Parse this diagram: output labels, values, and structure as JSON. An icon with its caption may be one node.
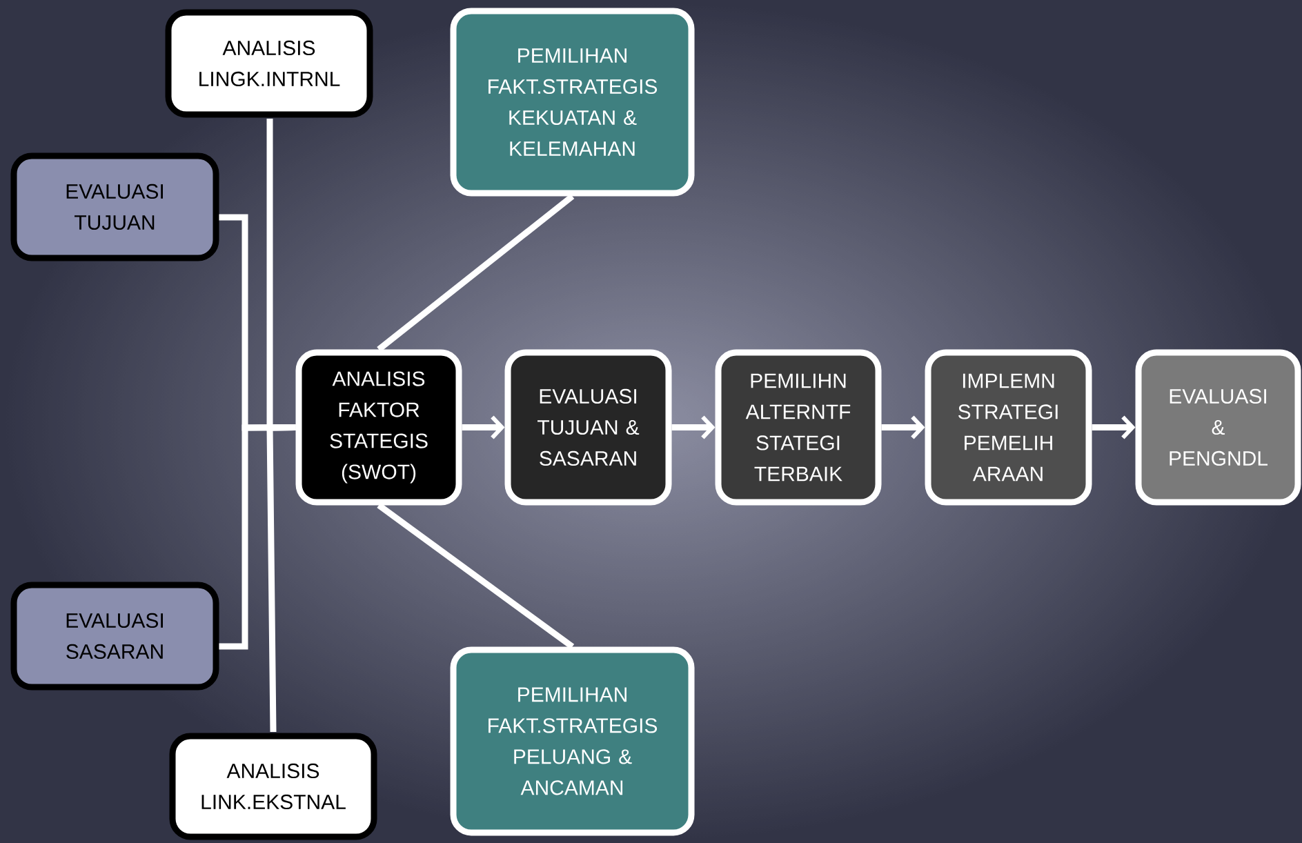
{
  "diagram": {
    "nodes": [
      {
        "text": [
          "ANALISIS LINGK.INTRNL"
        ]
      },
      {
        "text": [
          "PEMILIHAN FAKT.STRATEGIS KEKUATAN & KELEMAHAN"
        ]
      },
      {
        "text": [
          "EVALUASI TUJUAN"
        ]
      },
      {
        "text": [
          "ANALISIS FAKTOR STATEGIS (SWOT)"
        ]
      },
      {
        "text": [
          "EVALUASI TUJUAN & SASARAN"
        ]
      },
      {
        "text": [
          "PEMILIHN ALTERNTF STATEGI TERBAIK"
        ]
      },
      {
        "text": [
          "IMPLEMN STRATEGI PEMELIH ARAAN"
        ]
      },
      {
        "text": [
          "EVALUASI & PENGNDL"
        ]
      },
      {
        "text": [
          "EVALUASI SASARAN"
        ]
      },
      {
        "text": [
          "PEMILIHAN FAKT.STRATEGIS PELUANG & ANCAMAN"
        ]
      },
      {
        "text": [
          "ANALISIS LINK.EKSTNAL"
        ]
      }
    ],
    "edges": [
      {
        "from": 0,
        "to": 3,
        "arrow": "none"
      },
      {
        "from": 10,
        "to": 3,
        "arrow": "none"
      },
      {
        "from": 2,
        "to": 3,
        "arrow": "none"
      },
      {
        "from": 8,
        "to": 3,
        "arrow": "none"
      },
      {
        "from": 3,
        "to": 1,
        "arrow": "none"
      },
      {
        "from": 3,
        "to": 9,
        "arrow": "none"
      },
      {
        "from": 3,
        "to": 4,
        "arrow": "to"
      },
      {
        "from": 4,
        "to": 5,
        "arrow": "to"
      },
      {
        "from": 5,
        "to": 6,
        "arrow": "to"
      },
      {
        "from": 6,
        "to": 7,
        "arrow": "to"
      }
    ]
  }
}
